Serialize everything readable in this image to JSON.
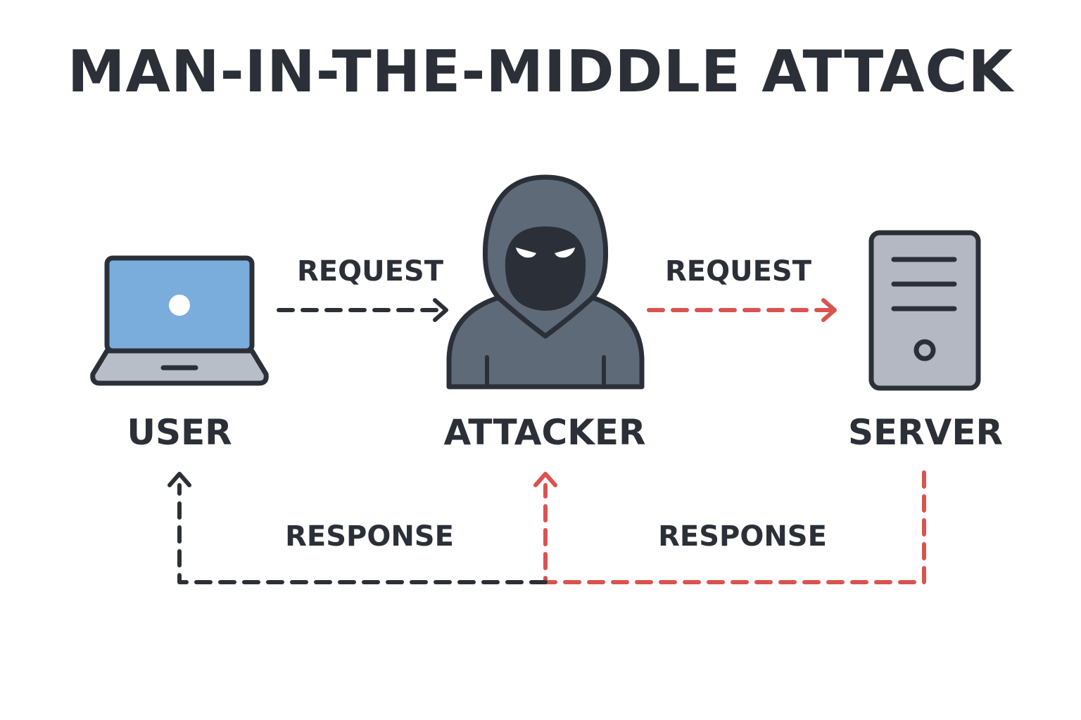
{
  "title": "MAN-IN-THE-MIDDLE ATTACK",
  "nodes": {
    "user": {
      "label": "USER",
      "icon": "laptop-icon"
    },
    "attacker": {
      "label": "ATTACKER",
      "icon": "hooded-hacker-icon"
    },
    "server": {
      "label": "SERVER",
      "icon": "server-tower-icon"
    }
  },
  "edges": {
    "user_to_attacker": {
      "label": "REQUEST",
      "style": "dashed",
      "color": "#2b3038"
    },
    "attacker_to_server": {
      "label": "REQUEST",
      "style": "dashed",
      "color": "#d9534f"
    },
    "server_to_attacker": {
      "label": "RESPONSE",
      "style": "dashed",
      "color": "#d9534f"
    },
    "attacker_to_user": {
      "label": "RESPONSE",
      "style": "dashed",
      "color": "#2b3038"
    }
  },
  "colors": {
    "dark": "#2b3038",
    "red": "#d9534f",
    "laptop_screen": "#7aaddb",
    "laptop_base": "#b8bec8",
    "hood": "#5e6a77",
    "server_body": "#b3b8c2"
  }
}
